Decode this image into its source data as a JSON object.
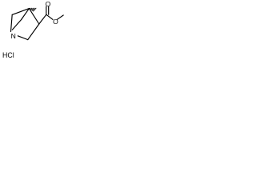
{
  "labels": {
    "nitrogen": "N",
    "carbonyl_oxygen": "O",
    "ester_oxygen": "O",
    "salt": "HCl"
  },
  "colors": {
    "ink": "#000000",
    "background": "#ffffff"
  }
}
